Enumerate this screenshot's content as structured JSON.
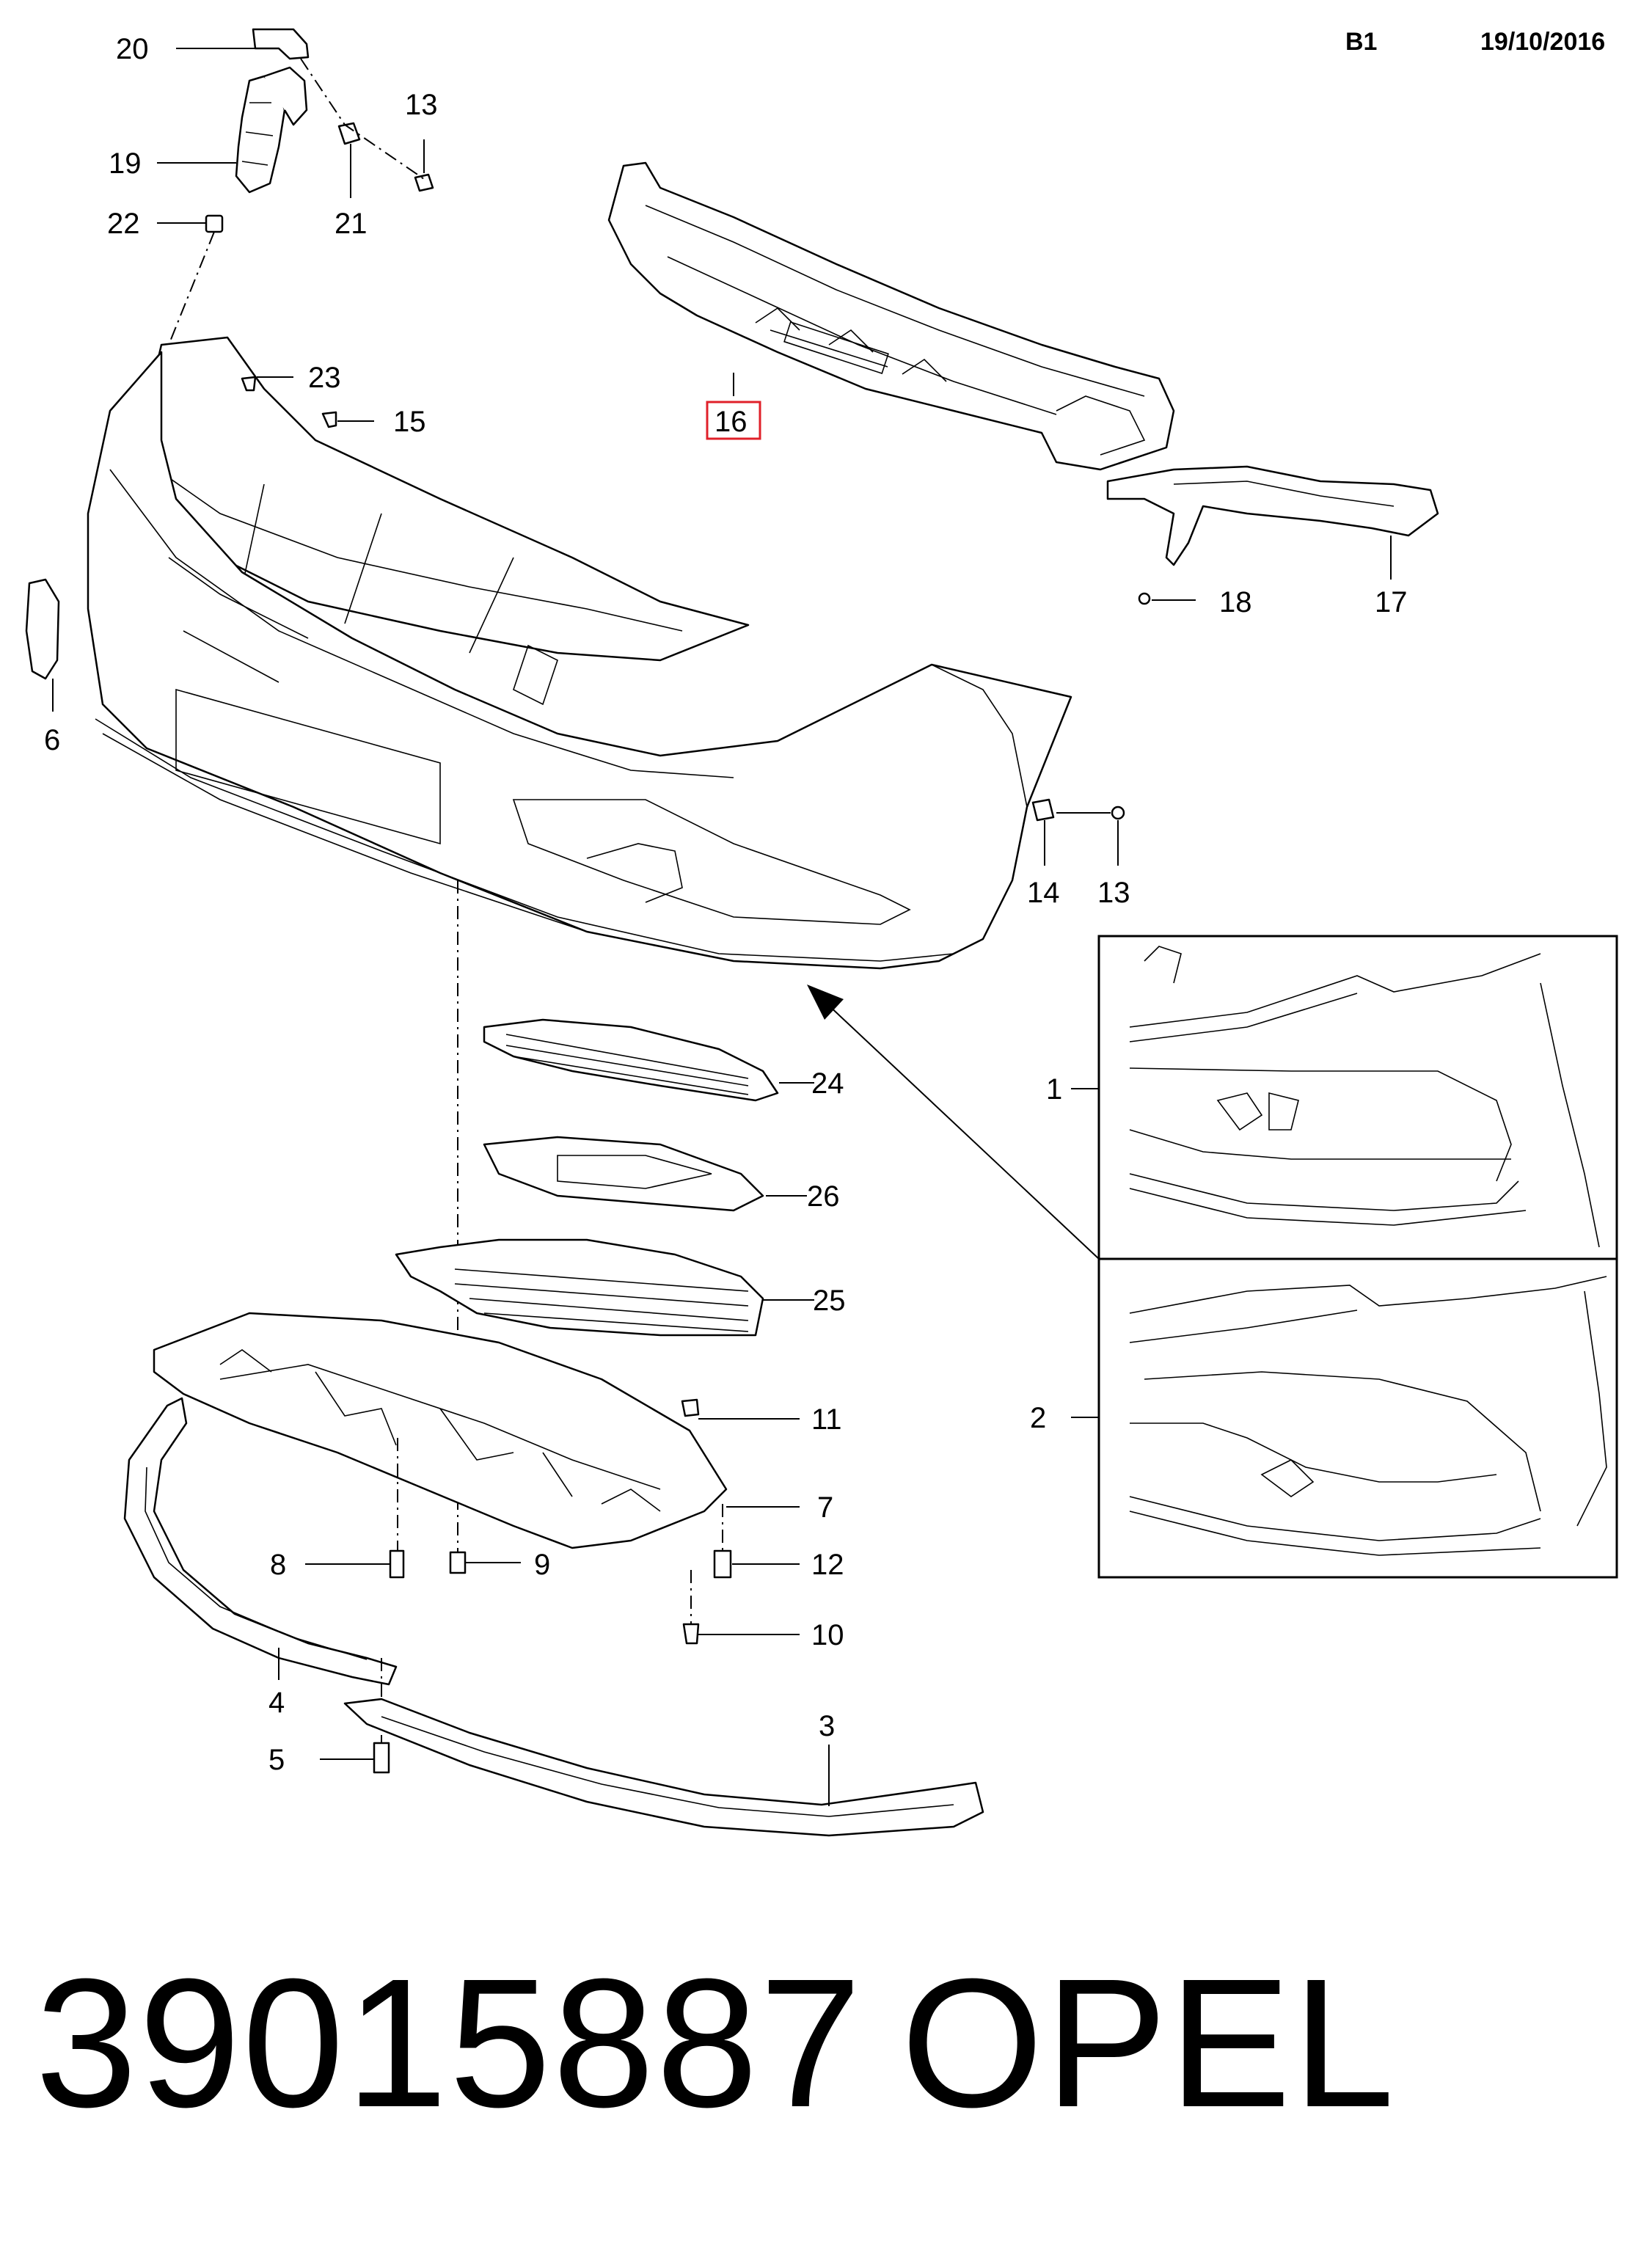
{
  "header": {
    "sheet": "B1",
    "date": "19/10/2016"
  },
  "callouts": {
    "c1": "1",
    "c2": "2",
    "c3": "3",
    "c4": "4",
    "c5": "5",
    "c6": "6",
    "c7": "7",
    "c8": "8",
    "c9": "9",
    "c10": "10",
    "c11": "11",
    "c12": "12",
    "c13": "13",
    "c14": "14",
    "c15": "15",
    "c16": "16",
    "c17": "17",
    "c18": "18",
    "c19": "19",
    "c20": "20",
    "c21": "21",
    "c22": "22",
    "c23": "23",
    "c24": "24",
    "c25": "25",
    "c26": "26"
  },
  "highlight_color": "#e0202a",
  "footer": {
    "part_number": "39015887",
    "brand": "OPEL"
  }
}
